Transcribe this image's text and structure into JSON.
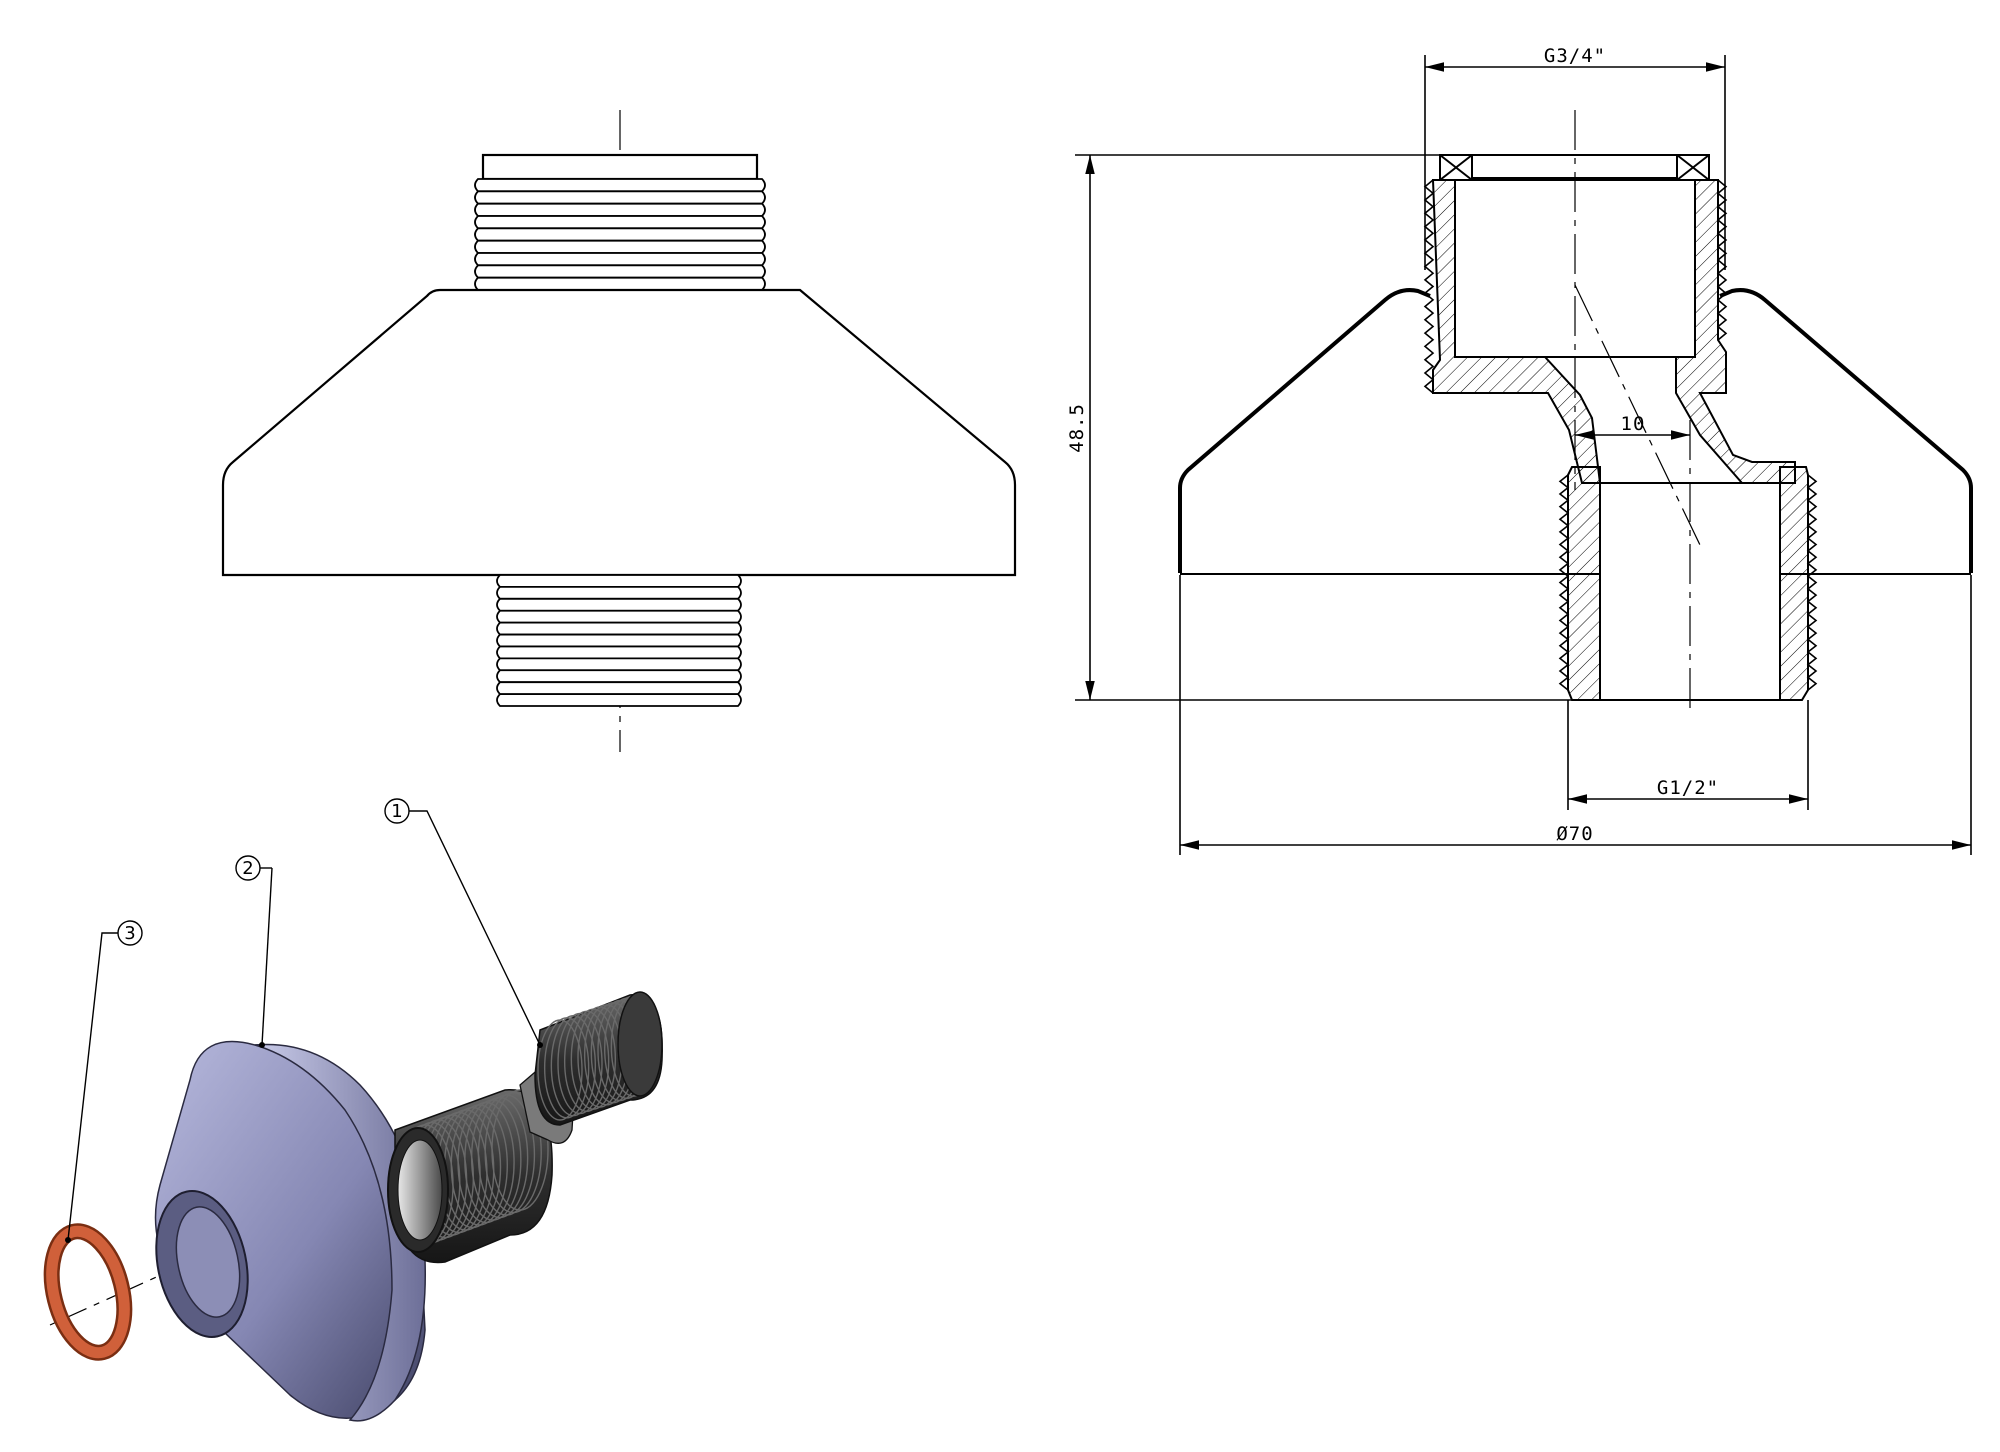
{
  "dimensions": {
    "top_thread": "G3/4\"",
    "height": "48.5",
    "offset": "10",
    "bottom_thread": "G1/2\"",
    "diameter": "Ø70"
  },
  "balloons": [
    {
      "id": "1"
    },
    {
      "id": "2"
    },
    {
      "id": "3"
    }
  ],
  "colors": {
    "line": "#000000",
    "hatch": "#000000",
    "rosette": "#8a8cb8",
    "rosette_shadow": "#4a4c6e",
    "fitting": "#3c3c3c",
    "seal": "#c8542a"
  }
}
